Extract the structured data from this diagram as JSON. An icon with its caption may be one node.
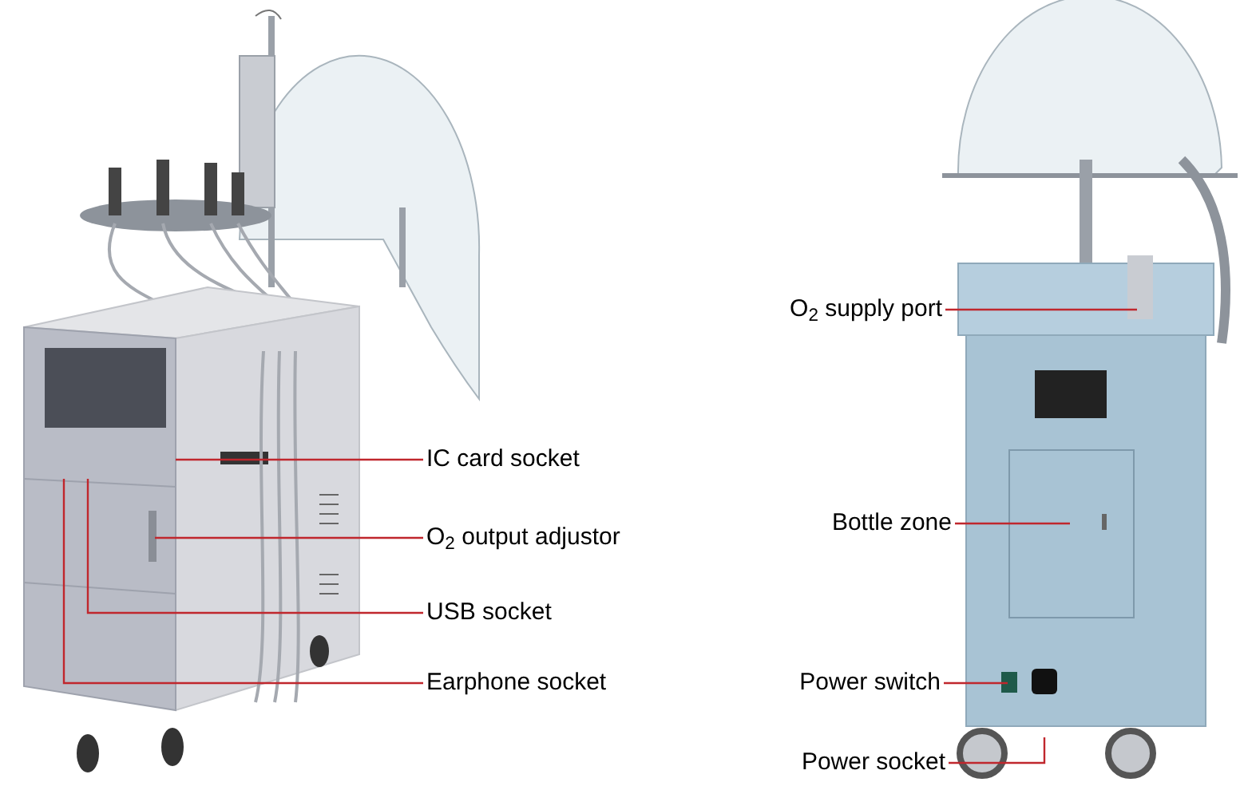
{
  "diagram": {
    "nodes": [
      {
        "text": [
          "IC card socket"
        ]
      },
      {
        "text": [
          "O$_{2}$ output adjustor"
        ]
      },
      {
        "text": [
          "USB socket"
        ]
      },
      {
        "text": [
          "Earphone socket"
        ]
      },
      {
        "text": [
          "O$_{2}$ supply port"
        ]
      },
      {
        "text": [
          "Bottle zone"
        ]
      },
      {
        "text": [
          "Power switch"
        ]
      },
      {
        "text": [
          "Power socket"
        ]
      }
    ],
    "edges": [
      {
        "from": 0,
        "to": null,
        "arrow": "none"
      },
      {
        "from": 1,
        "to": null,
        "arrow": "none"
      },
      {
        "from": 2,
        "to": null,
        "arrow": "none"
      },
      {
        "from": 3,
        "to": null,
        "arrow": "none"
      },
      {
        "from": 4,
        "to": null,
        "arrow": "none"
      },
      {
        "from": 5,
        "to": null,
        "arrow": "none"
      },
      {
        "from": 6,
        "to": null,
        "arrow": "none"
      },
      {
        "from": 7,
        "to": null,
        "arrow": "none"
      }
    ]
  }
}
